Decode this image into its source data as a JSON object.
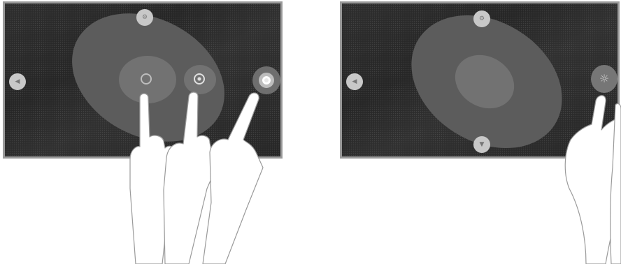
{
  "panels": [
    {
      "id": "left",
      "edge_buttons": [
        {
          "position": "top",
          "icon": "settings-icon",
          "glyph": "⚙"
        },
        {
          "position": "left",
          "icon": "back-icon",
          "glyph": "◀"
        }
      ],
      "touch_targets": [
        {
          "name": "center-target",
          "state": "idle"
        },
        {
          "name": "middle-target",
          "state": "focused"
        },
        {
          "name": "right-target",
          "state": "selected"
        }
      ]
    },
    {
      "id": "right",
      "edge_buttons": [
        {
          "position": "top",
          "icon": "settings-icon",
          "glyph": "⚙"
        },
        {
          "position": "left",
          "icon": "back-icon",
          "glyph": "◀"
        },
        {
          "position": "bottom",
          "icon": "down-icon",
          "glyph": "▼"
        }
      ],
      "touch_targets": [
        {
          "name": "light-toggle",
          "state": "pressed",
          "icon": "light-icon"
        }
      ]
    }
  ],
  "colors": {
    "screen_bg": "#2b2b2b",
    "frame": "#9a9a9a",
    "ellipse_outer": "#5c5c5c",
    "ellipse_mid": "#6e6e6e",
    "ellipse_inner": "#858585",
    "button": "#c8c8c8"
  }
}
